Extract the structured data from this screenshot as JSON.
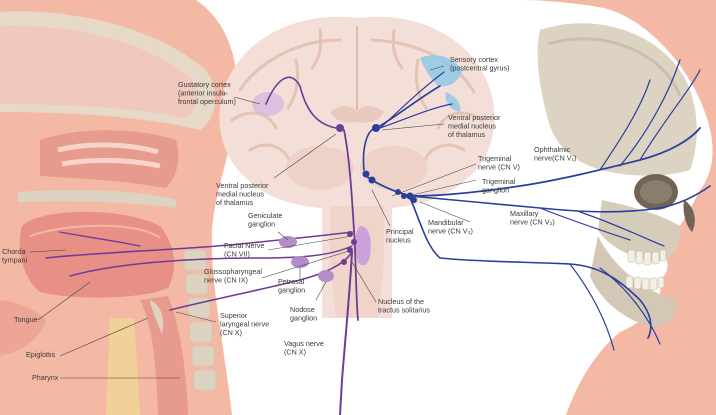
{
  "colors": {
    "skin": "#f4b9a5",
    "skin_dark": "#e89a86",
    "tissue": "#f0a39a",
    "bone": "#dcd3c2",
    "brain": "#f3dfd7",
    "brain_fold": "#e6c2b5",
    "taste_nerve": "#6e3b95",
    "taste_ganglion": "#b48cc8",
    "trigeminal_nerve": "#2a3f9c",
    "sensory_cortex": "#8ec9e8"
  },
  "labels": {
    "gustatory_cortex": [
      "Gustatory cortex",
      "(anterior insula-",
      "frontal operculum)"
    ],
    "sensory_cortex": [
      "Sensory cortex",
      "(postcentral gyrus)"
    ],
    "vpm_right": [
      "Ventral posterior",
      "medial nucleus",
      "of thalamus"
    ],
    "vpm_left": [
      "Ventral posterior",
      "medial nucleus",
      "of thalamus"
    ],
    "ophthalmic": [
      "Ophthalmic",
      "nerve(CN V₁)"
    ],
    "trigeminal_nerve": [
      "Trigeminal",
      "nerve (CN V)"
    ],
    "trigeminal_ganglion": [
      "Trigeminal",
      "ganglion"
    ],
    "maxillary": [
      "Maxillary",
      "nerve (CN V₂)"
    ],
    "mandibular": [
      "Mandibular",
      "nerve (CN V₃)"
    ],
    "principal_nucleus": [
      "Principal",
      "nucleus"
    ],
    "geniculate": [
      "Geniculate",
      "ganglion"
    ],
    "facial_nerve": [
      "Facial Nerve",
      "(CN VII)"
    ],
    "chorda_tympani": [
      "Chorda",
      "tympani"
    ],
    "glossopharyngeal": [
      "Glossopharyngeal",
      "nerve (CN IX)"
    ],
    "petrosal": [
      "Petrosal",
      "ganglion"
    ],
    "nodose": [
      "Nodose",
      "ganglion"
    ],
    "nucleus_tractus": [
      "Nucleus of the",
      "tractus solitarius"
    ],
    "tongue": [
      "Tongue"
    ],
    "epiglottis": [
      "Epiglottis"
    ],
    "superior_laryngeal": [
      "Superior",
      "laryngeal nerve",
      "(CN X)"
    ],
    "vagus": [
      "Vagus nerve",
      "(CN X)"
    ],
    "pharynx": [
      "Pharynx"
    ]
  },
  "icons": {
    "left_head": "sagittal-head-section-icon",
    "brain": "coronal-brain-section-icon",
    "right_head": "skull-profile-icon"
  }
}
